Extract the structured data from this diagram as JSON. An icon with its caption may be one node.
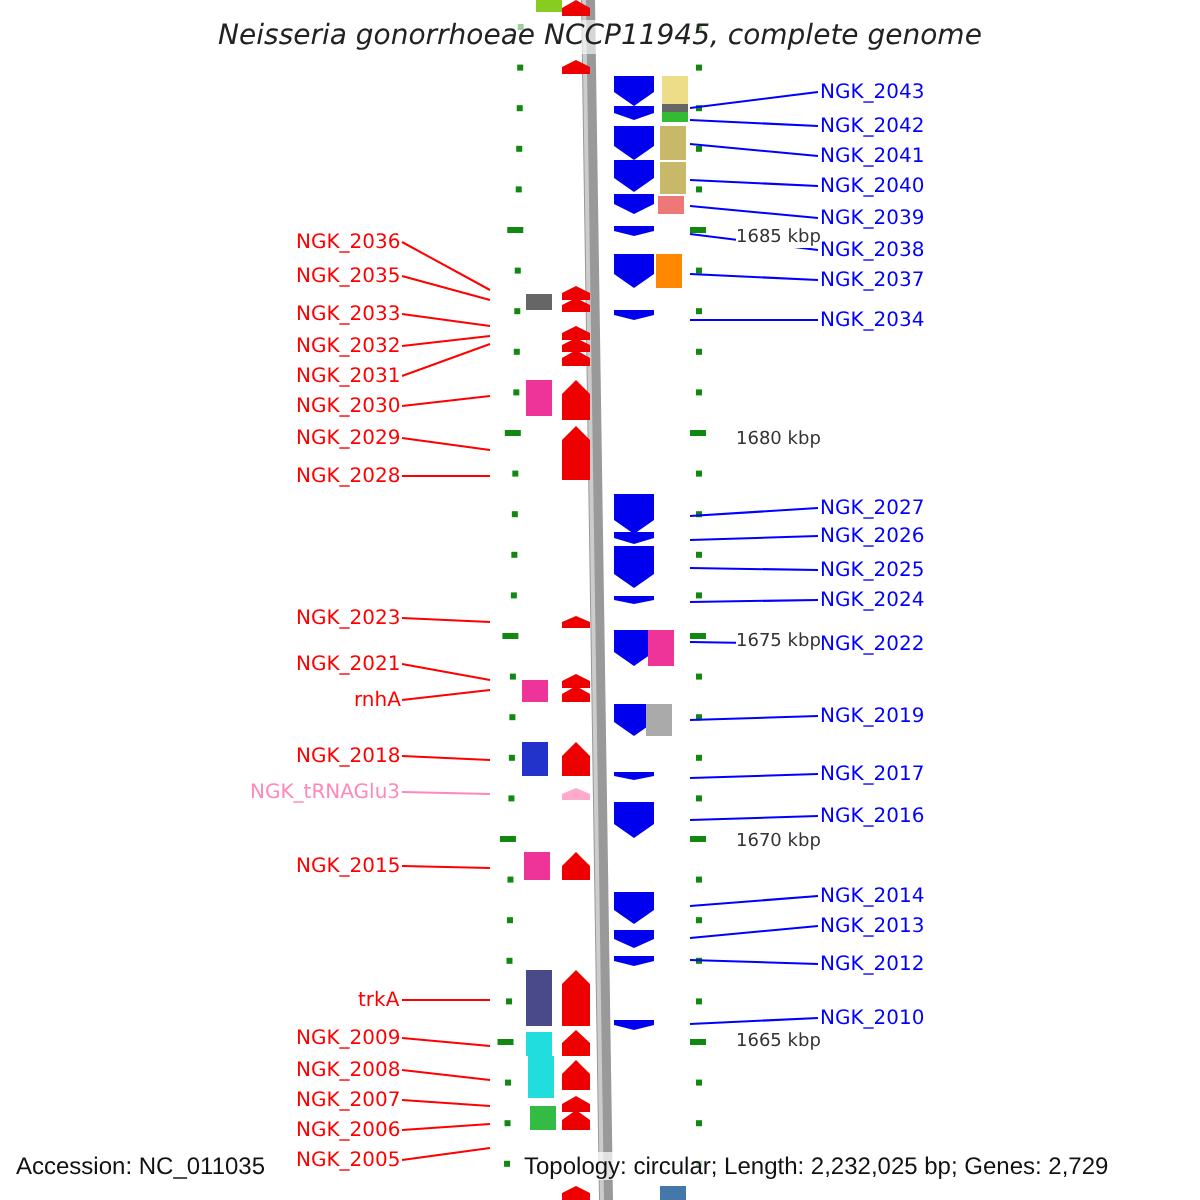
{
  "diagram": {
    "title": "Neisseria gonorrhoeae NCCP11945, complete genome",
    "nodes": [
      {
        "text": [
          "NGK_2043"
        ]
      },
      {
        "text": [
          "NGK_2042"
        ]
      },
      {
        "text": [
          "NGK_2041"
        ]
      },
      {
        "text": [
          "NGK_2040"
        ]
      },
      {
        "text": [
          "NGK_2039"
        ]
      },
      {
        "text": [
          "NGK_2036"
        ]
      },
      {
        "text": [
          "NGK_2038"
        ]
      },
      {
        "text": [
          "NGK_2035"
        ]
      },
      {
        "text": [
          "NGK_2037"
        ]
      },
      {
        "text": [
          "NGK_2033"
        ]
      },
      {
        "text": [
          "NGK_2034"
        ]
      },
      {
        "text": [
          "NGK_2032"
        ]
      },
      {
        "text": [
          "NGK_2031"
        ]
      },
      {
        "text": [
          "NGK_2030"
        ]
      },
      {
        "text": [
          "NGK_2029"
        ]
      },
      {
        "text": [
          "NGK_2028"
        ]
      },
      {
        "text": [
          "NGK_2027"
        ]
      },
      {
        "text": [
          "NGK_2026"
        ]
      },
      {
        "text": [
          "NGK_2025"
        ]
      },
      {
        "text": [
          "NGK_2024"
        ]
      },
      {
        "text": [
          "NGK_2023"
        ]
      },
      {
        "text": [
          "NGK_2022"
        ]
      },
      {
        "text": [
          "NGK_2021"
        ]
      },
      {
        "text": [
          "rnhA"
        ]
      },
      {
        "text": [
          "NGK_2019"
        ]
      },
      {
        "text": [
          "NGK_2018"
        ]
      },
      {
        "text": [
          "NGK_2017"
        ]
      },
      {
        "text": [
          "NGK_tRNAGlu3"
        ]
      },
      {
        "text": [
          "NGK_2016"
        ]
      },
      {
        "text": [
          "NGK_2015"
        ]
      },
      {
        "text": [
          "NGK_2014"
        ]
      },
      {
        "text": [
          "NGK_2013"
        ]
      },
      {
        "text": [
          "NGK_2012"
        ]
      },
      {
        "text": [
          "trkA"
        ]
      },
      {
        "text": [
          "NGK_2010"
        ]
      },
      {
        "text": [
          "NGK_2009"
        ]
      },
      {
        "text": [
          "NGK_2008"
        ]
      },
      {
        "text": [
          "NGK_2007"
        ]
      },
      {
        "text": [
          "NGK_2006"
        ]
      },
      {
        "text": [
          "NGK_2005"
        ]
      }
    ],
    "edges": [
      {
        "from": 0,
        "to": null,
        "arrow": "none"
      },
      {
        "from": 1,
        "to": null,
        "arrow": "none"
      },
      {
        "from": 2,
        "to": null,
        "arrow": "none"
      },
      {
        "from": 3,
        "to": null,
        "arrow": "none"
      },
      {
        "from": 4,
        "to": null,
        "arrow": "none"
      },
      {
        "from": 5,
        "to": null,
        "arrow": "none",
        "color": "#ff0000"
      },
      {
        "from": 6,
        "to": null,
        "arrow": "none"
      },
      {
        "from": 7,
        "to": null,
        "arrow": "none",
        "color": "#ff0000"
      },
      {
        "from": 8,
        "to": null,
        "arrow": "none"
      },
      {
        "from": 9,
        "to": null,
        "arrow": "none",
        "color": "#ff0000"
      },
      {
        "from": 10,
        "to": null,
        "arrow": "none"
      },
      {
        "from": 11,
        "to": null,
        "arrow": "none",
        "color": "#ff0000"
      },
      {
        "from": 12,
        "to": null,
        "arrow": "none",
        "color": "#ff0000"
      },
      {
        "from": 13,
        "to": null,
        "arrow": "none",
        "color": "#ff0000"
      },
      {
        "from": 14,
        "to": null,
        "arrow": "none",
        "color": "#ff0000"
      },
      {
        "from": 15,
        "to": null,
        "arrow": "none",
        "color": "#ff0000"
      },
      {
        "from": 16,
        "to": null,
        "arrow": "none"
      },
      {
        "from": 17,
        "to": null,
        "arrow": "none"
      },
      {
        "from": 18,
        "to": null,
        "arrow": "none"
      },
      {
        "from": 19,
        "to": null,
        "arrow": "none"
      },
      {
        "from": 20,
        "to": null,
        "arrow": "none",
        "color": "#ff0000"
      },
      {
        "from": 21,
        "to": null,
        "arrow": "none"
      },
      {
        "from": 22,
        "to": null,
        "arrow": "none",
        "color": "#ff0000"
      },
      {
        "from": 23,
        "to": null,
        "arrow": "none",
        "color": "#ff0000"
      },
      {
        "from": 24,
        "to": null,
        "arrow": "none"
      },
      {
        "from": 25,
        "to": null,
        "arrow": "none",
        "color": "#ff0000"
      },
      {
        "from": 26,
        "to": null,
        "arrow": "none"
      },
      {
        "from": 27,
        "to": null,
        "arrow": "none",
        "color": "#ff88bb"
      },
      {
        "from": 28,
        "to": null,
        "arrow": "none"
      },
      {
        "from": 29,
        "to": null,
        "arrow": "none",
        "color": "#ff0000"
      },
      {
        "from": 30,
        "to": null,
        "arrow": "none"
      },
      {
        "from": 31,
        "to": null,
        "arrow": "none"
      },
      {
        "from": 32,
        "to": null,
        "arrow": "none"
      },
      {
        "from": 33,
        "to": null,
        "arrow": "none",
        "color": "#ff0000"
      },
      {
        "from": 34,
        "to": null,
        "arrow": "none"
      },
      {
        "from": 35,
        "to": null,
        "arrow": "none",
        "color": "#ff0000"
      },
      {
        "from": 36,
        "to": null,
        "arrow": "none",
        "color": "#ff0000"
      },
      {
        "from": 37,
        "to": null,
        "arrow": "none",
        "color": "#ff0000"
      },
      {
        "from": 38,
        "to": null,
        "arrow": "none",
        "color": "#ff0000"
      },
      {
        "from": 39,
        "to": null,
        "arrow": "none",
        "color": "#ff0000"
      }
    ],
    "labels": [
      "1685 kbp",
      "1680 kbp",
      "1675 kbp",
      "1670 kbp",
      "1665 kbp",
      "Accession: NC_011035",
      "Topology: circular; Length: 2,232,025 bp; Genes: 2,729"
    ]
  }
}
